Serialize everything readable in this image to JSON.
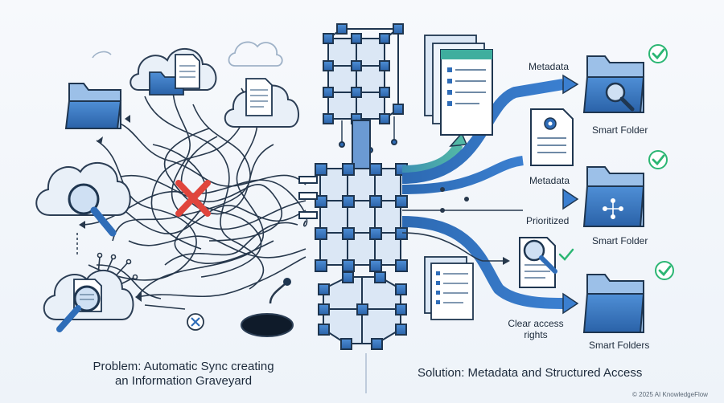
{
  "labels": {
    "metadata_top": "Metadata",
    "metadata_mid": "Metadata",
    "prioritized": "Prioritized",
    "clear_access": "Clear access rights",
    "smart_folder_1": "Smart Folder",
    "smart_folder_2": "Smart Folder",
    "smart_folders_3": "Smart Folders"
  },
  "captions": {
    "problem": "Problem: Automatic Sync creating an Information Graveyard",
    "solution": "Solution: Metadata and Structured Access"
  },
  "footer": {
    "copyright": "© 2025 AI KnowledgeFlow"
  },
  "icons": [
    "cloud-icon",
    "folder-icon",
    "document-icon",
    "magnifier-icon",
    "x-mark-icon",
    "sinkhole-icon",
    "cube-lattice-icon",
    "checkmark-icon",
    "gear-icon",
    "network-icon"
  ],
  "colors": {
    "primary_blue": "#2f6db8",
    "dark_navy": "#1f3650",
    "light_blue": "#dbe7f5",
    "teal": "#3fae9e",
    "green_check": "#2bb673",
    "red_x": "#e0453c"
  }
}
